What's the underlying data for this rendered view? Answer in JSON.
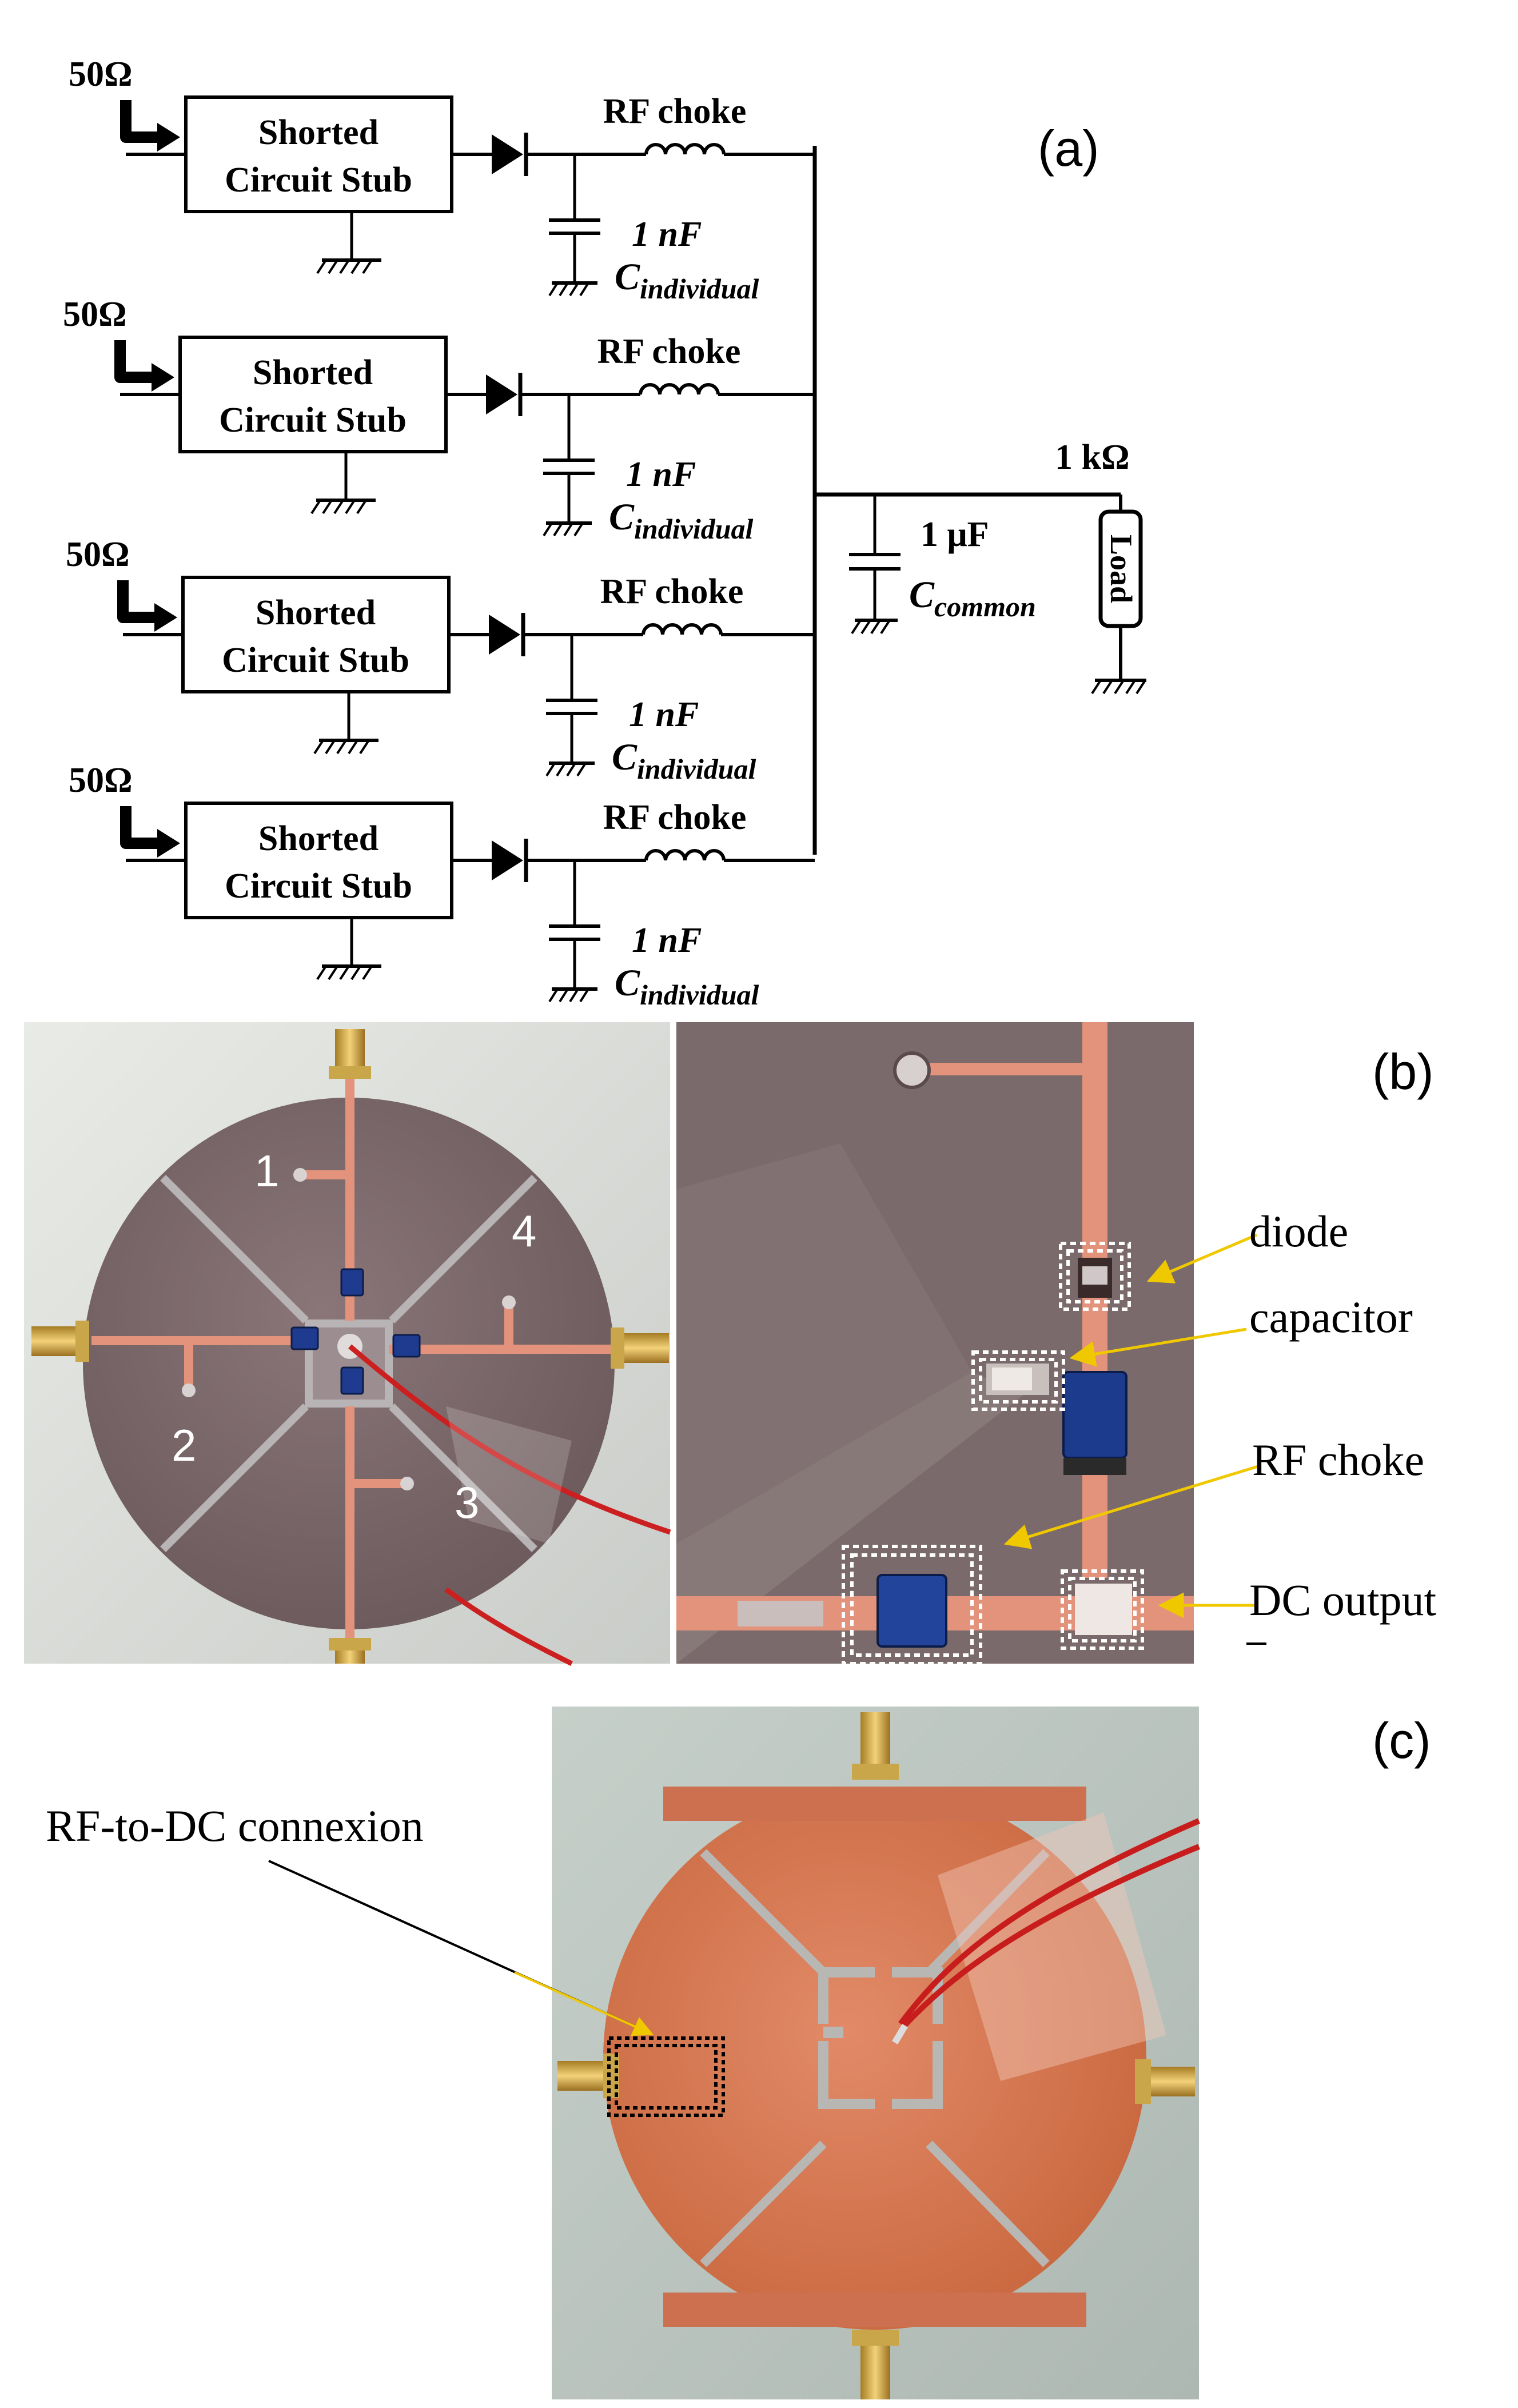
{
  "panels": {
    "a": "(a)",
    "b": "(b)",
    "c": "(c)"
  },
  "circuit": {
    "branches": [
      {
        "source": "50Ω",
        "stub_line1": "Shorted",
        "stub_line2": "Circuit Stub",
        "choke": "RF choke",
        "cap_value": "1 nF",
        "cap_name": "C",
        "cap_sub": "individual"
      },
      {
        "source": "50Ω",
        "stub_line1": "Shorted",
        "stub_line2": "Circuit Stub",
        "choke": "RF choke",
        "cap_value": "1 nF",
        "cap_name": "C",
        "cap_sub": "individual"
      },
      {
        "source": "50Ω",
        "stub_line1": "Shorted",
        "stub_line2": "Circuit Stub",
        "choke": "RF choke",
        "cap_value": "1 nF",
        "cap_name": "C",
        "cap_sub": "individual"
      },
      {
        "source": "50Ω",
        "stub_line1": "Shorted",
        "stub_line2": "Circuit Stub",
        "choke": "RF choke",
        "cap_value": "1 nF",
        "cap_name": "C",
        "cap_sub": "individual"
      }
    ],
    "common_cap_value": "1 μF",
    "common_cap_name": "C",
    "common_cap_sub": "common",
    "load_value": "1 kΩ",
    "load_label": "Load"
  },
  "photo_b": {
    "port_numbers": [
      "1",
      "2",
      "3",
      "4"
    ],
    "callouts": {
      "diode": "diode",
      "capacitor": "capacitor",
      "choke": "RF choke",
      "dc_output": "DC output"
    }
  },
  "photo_c": {
    "callout": "RF-to-DC connexion"
  },
  "colors": {
    "line": "#000000",
    "board_grey": "#7d6a6c",
    "copper": "#e08a72",
    "board_copper": "#d9795a",
    "callout_arrow": "#f0c800",
    "choke_blue": "#1b3a8a"
  }
}
